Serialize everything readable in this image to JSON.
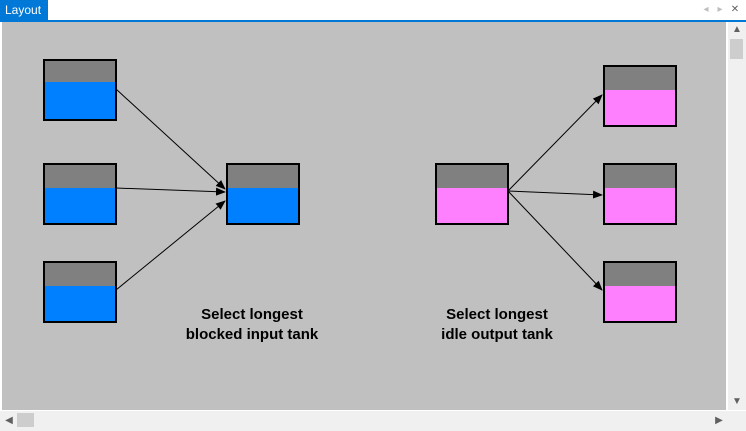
{
  "tab": {
    "title": "Layout"
  },
  "nav": {
    "prev_icon": "◂",
    "next_icon": "▸",
    "close_icon": "✕"
  },
  "canvas": {
    "background": "#c0c0c0",
    "tank_empty_color": "#808080",
    "input_color": "#0080ff",
    "output_color": "#ff80ff",
    "caption_left": [
      "Select longest",
      "blocked input tank"
    ],
    "caption_right": [
      "Select longest",
      "idle output tank"
    ]
  },
  "scroll": {
    "up": "▲",
    "down": "▼",
    "left": "◀",
    "right": "▶"
  }
}
